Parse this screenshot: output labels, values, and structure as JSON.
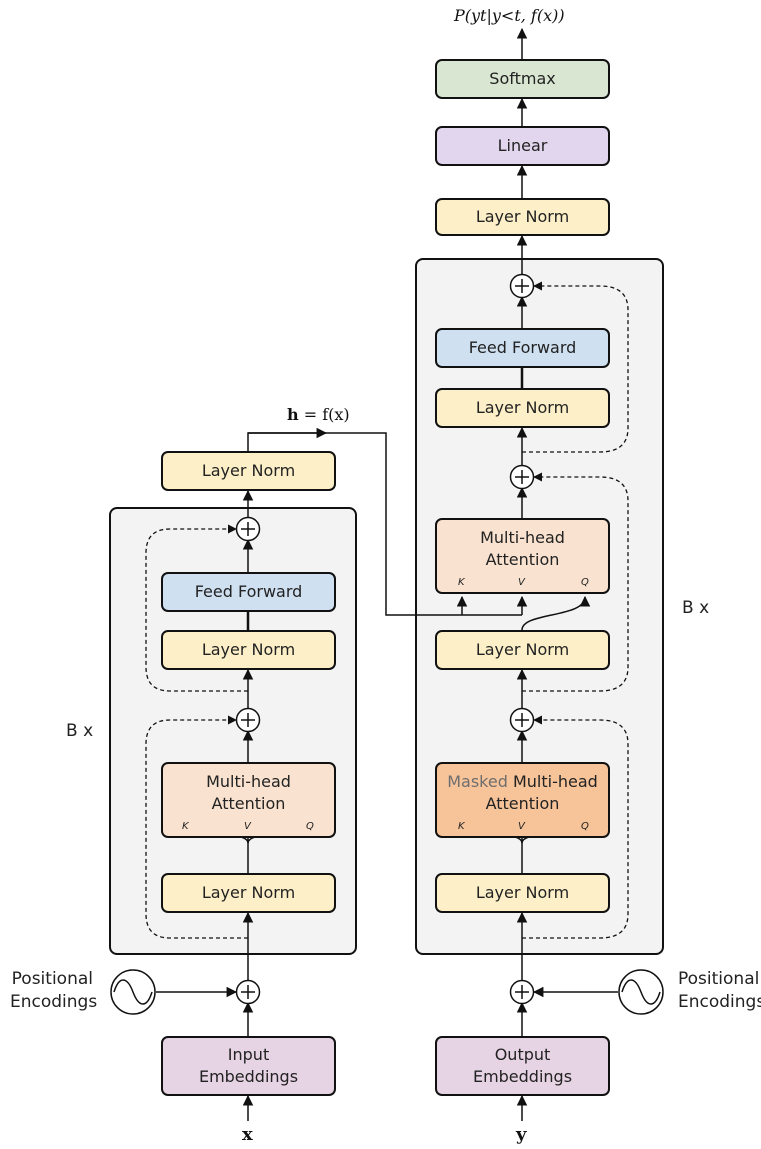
{
  "encoder": {
    "repeat_label": "B x",
    "layer_norm": "Layer Norm",
    "feed_forward": "Feed Forward",
    "attention": {
      "line1": "Multi-head",
      "line2": "Attention",
      "keys": [
        "K",
        "V",
        "Q"
      ]
    },
    "positional": {
      "line1": "Positional",
      "line2": "Encodings"
    },
    "embedding": {
      "line1": "Input",
      "line2": "Embeddings"
    },
    "input_var": "x"
  },
  "encoder_output": {
    "lhs": "h",
    "rhs": "= f(x)"
  },
  "decoder": {
    "repeat_label": "B x",
    "layer_norm": "Layer Norm",
    "feed_forward": "Feed Forward",
    "cross_attention": {
      "line1": "Multi-head",
      "line2": "Attention",
      "keys": [
        "K",
        "V",
        "Q"
      ]
    },
    "masked_attention": {
      "masked": "Masked",
      "line1": "Multi-head",
      "line2": "Attention",
      "keys": [
        "K",
        "V",
        "Q"
      ]
    },
    "positional": {
      "line1": "Positional",
      "line2": "Encodings"
    },
    "embedding": {
      "line1": "Output",
      "line2": "Embeddings"
    },
    "input_var": "y"
  },
  "head": {
    "final_norm": "Layer Norm",
    "linear": "Linear",
    "softmax": "Softmax",
    "output": "P(yt|y<t, f(x))"
  },
  "colors": {
    "layer_norm": "#fdf0c8",
    "feed_forward": "#cfe0f1",
    "attention": "#f9e3d0",
    "masked_attention": "#f7c49a",
    "embedding": "#e6d3e3",
    "linear": "#e2d6ee",
    "softmax": "#d9e7d2",
    "panel": "#f3f3f3"
  }
}
